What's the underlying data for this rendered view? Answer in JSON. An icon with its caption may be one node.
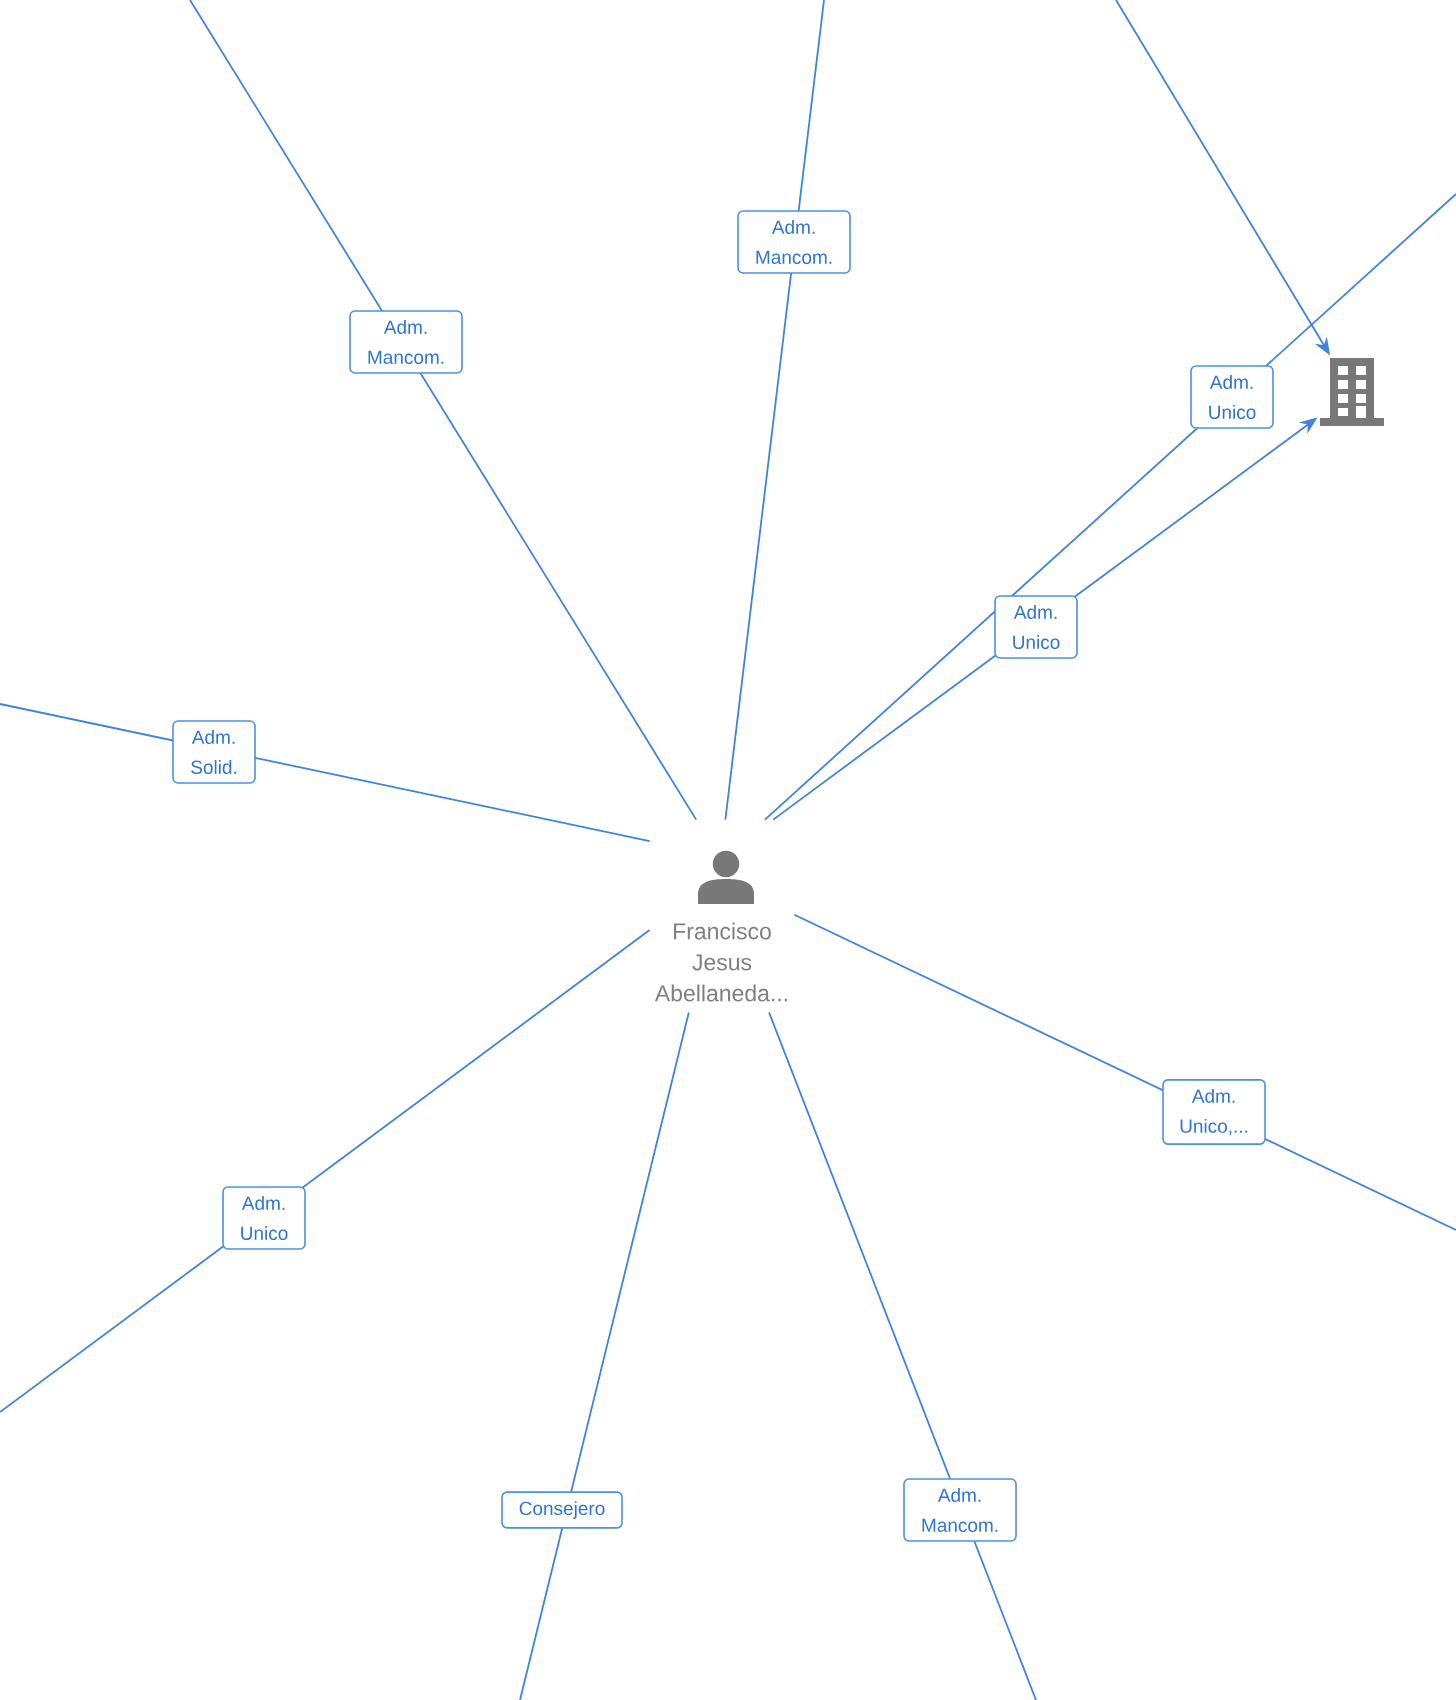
{
  "diagram": {
    "nodes": [
      {
        "text": [
          "Francisco Jesus Abellaneda..."
        ]
      },
      {
        "text": [],
        "shape": "picture"
      }
    ],
    "edges": [
      {
        "from": null,
        "to": 1,
        "arrow": "to"
      },
      {
        "from": 0,
        "to": null,
        "arrow": "none",
        "label": "Adm. Mancom."
      },
      {
        "from": 0,
        "to": null,
        "arrow": "none",
        "label": "Adm. Mancom."
      },
      {
        "from": 0,
        "to": null,
        "arrow": "none",
        "label": "Adm. Unico"
      },
      {
        "from": 0,
        "to": 1,
        "arrow": "to",
        "label": "Adm. Unico"
      },
      {
        "from": 0,
        "to": null,
        "arrow": "none",
        "label": "Adm. Solid."
      },
      {
        "from": 0,
        "to": null,
        "arrow": "none",
        "label": "Adm. Unico,..."
      },
      {
        "from": 0,
        "to": null,
        "arrow": "none",
        "label": "Adm. Unico"
      },
      {
        "from": 0,
        "to": null,
        "arrow": "none",
        "label": "Consejero"
      },
      {
        "from": 0,
        "to": null,
        "arrow": "none",
        "label": "Adm. Mancom."
      }
    ]
  }
}
